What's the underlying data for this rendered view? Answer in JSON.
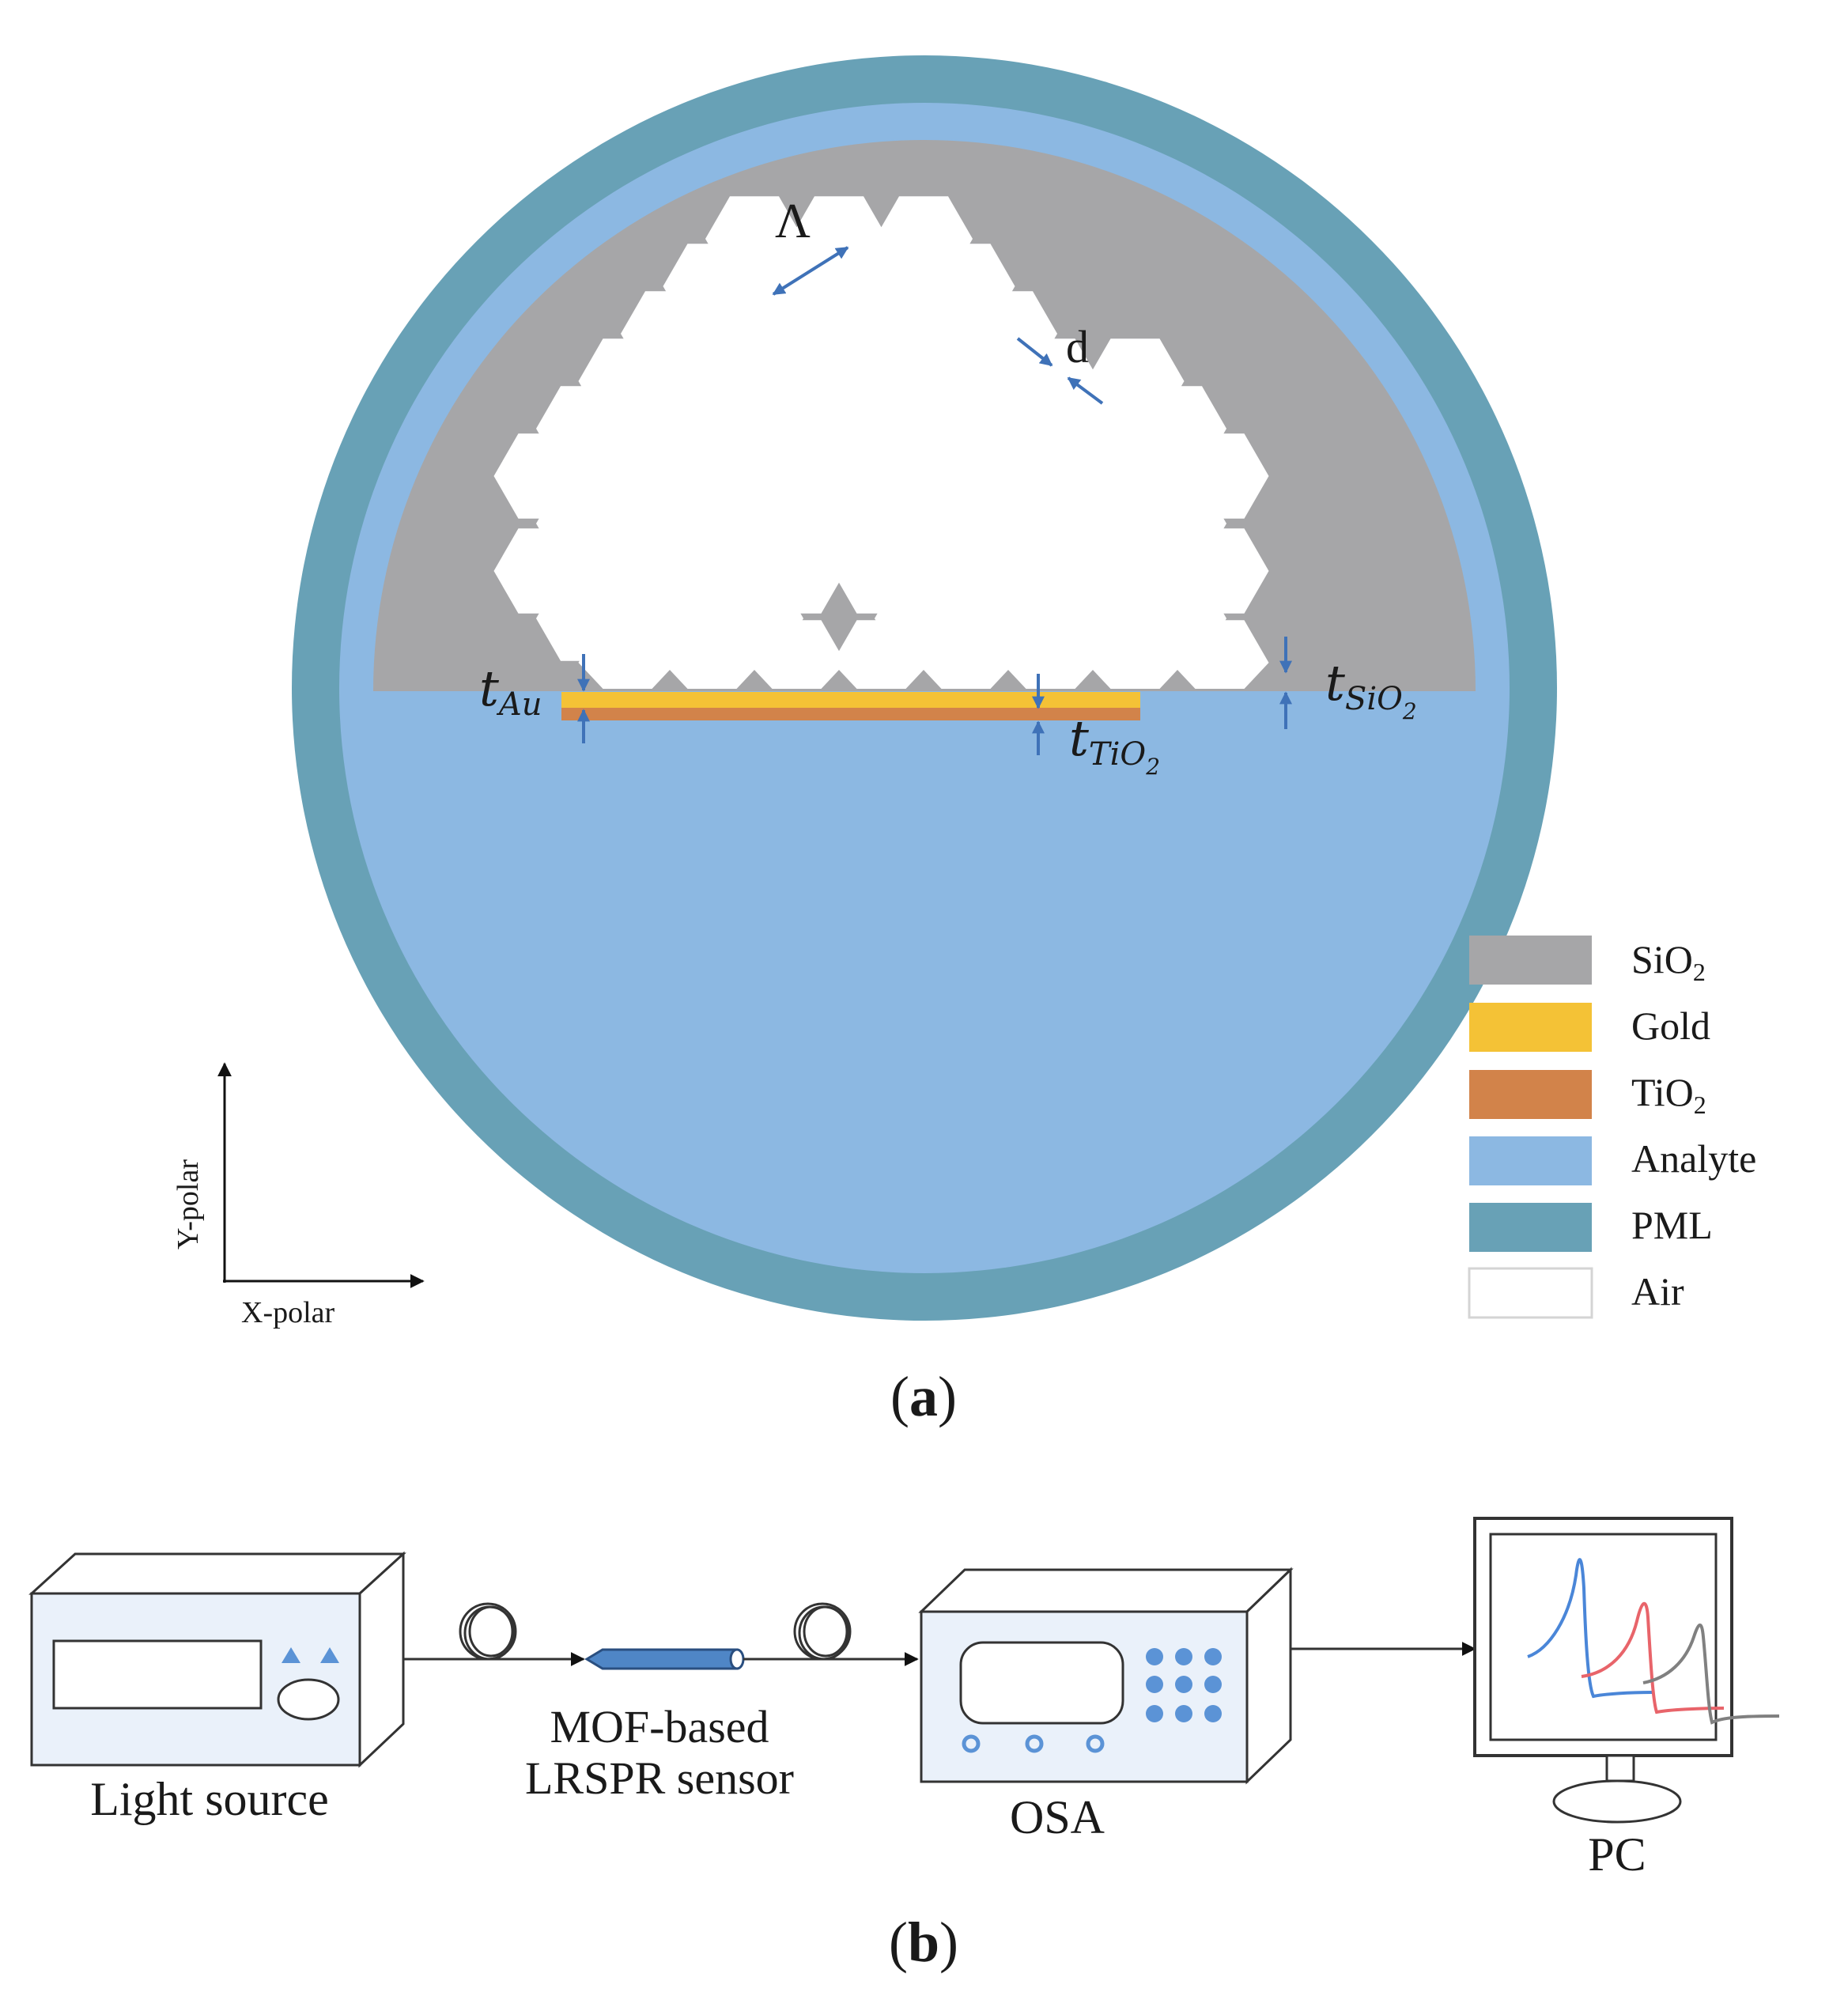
{
  "panel_a": {
    "caption_open": "(",
    "caption_letter": "a",
    "caption_close": ")",
    "labels": {
      "lambda": "Λ",
      "d": "d",
      "t_au_base": "t",
      "t_au_sub": "Au",
      "t_tio2_base": "t",
      "t_tio2_sub": "TiO",
      "t_tio2_subsub": "2",
      "t_sio2_base": "t",
      "t_sio2_sub": "SiO",
      "t_sio2_subsub": "2"
    },
    "axes": {
      "x_label": "X-polar",
      "y_label": "Y-polar"
    },
    "legend": [
      {
        "label": "SiO",
        "sub": "2",
        "color": "#a6a6a8"
      },
      {
        "label": "Gold",
        "sub": "",
        "color": "#f4c236"
      },
      {
        "label": "TiO",
        "sub": "2",
        "color": "#d2834a"
      },
      {
        "label": "Analyte",
        "sub": "",
        "color": "#8cb8e2"
      },
      {
        "label": "PML",
        "sub": "",
        "color": "#68a1b6"
      },
      {
        "label": "Air",
        "sub": "",
        "color": "#ffffff"
      }
    ],
    "colors": {
      "pml": "#68a1b6",
      "analyte": "#8cb8e2",
      "silica": "#a6a6a8",
      "gold": "#f4c236",
      "tio2": "#d2834a",
      "arrow": "#3f72b8"
    }
  },
  "panel_b": {
    "caption_open": "(",
    "caption_letter": "b",
    "caption_close": ")",
    "light_source": "Light source",
    "sensor_line1": "MOF-based",
    "sensor_line2": "LRSPR sensor",
    "osa": "OSA",
    "pc": "PC",
    "colors": {
      "device_face": "#eaf1fa",
      "device_side": "#ffffff",
      "dot": "#5b93d6",
      "probe": "#4f86c6",
      "curve1": "#4a86d8",
      "curve2": "#e8646a",
      "curve3": "#808080"
    }
  }
}
